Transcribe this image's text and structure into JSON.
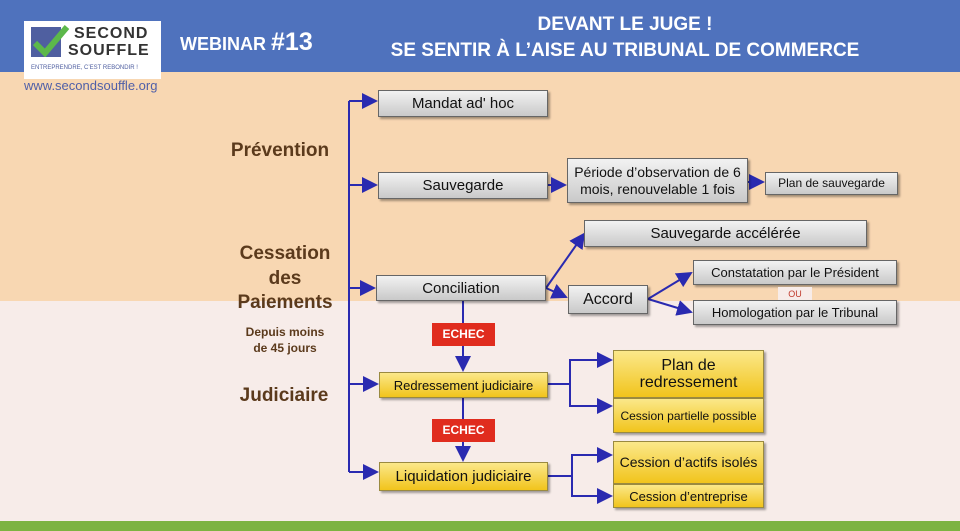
{
  "header": {
    "webinar_label": "WEBINAR",
    "webinar_number": "#13",
    "title_line1": "DEVANT LE JUGE !",
    "title_line2": "SE SENTIR À L’AISE AU TRIBUNAL DE COMMERCE"
  },
  "logo": {
    "line1": "SECOND",
    "line2": "SOUFFLE",
    "tagline": "ENTREPRENDRE, C’EST REBONDIR !",
    "website": "www.secondsouffle.org"
  },
  "labels": {
    "prevention": "Prévention",
    "cessation1": "Cessation",
    "cessation2": "des",
    "cessation3": "Paiements",
    "depuis1": "Depuis moins",
    "depuis2": "de 45 jours",
    "judiciaire": "Judiciaire"
  },
  "boxes": {
    "mandat": "Mandat ad' hoc",
    "sauvegarde": "Sauvegarde",
    "periode": "Période d’observation de 6 mois, renouvelable 1 fois",
    "plan_sauvegarde": "Plan de sauvegarde",
    "sauvegarde_acceleree": "Sauvegarde accélérée",
    "conciliation": "Conciliation",
    "accord": "Accord",
    "constatation": "Constatation par le Président",
    "ou": "OU",
    "homologation": "Homologation par le Tribunal",
    "echec1": "ECHEC",
    "redressement": "Redressement judiciaire",
    "plan_redressement": "Plan de redressement",
    "cession_partielle": "Cession partielle possible",
    "echec2": "ECHEC",
    "liquidation": "Liquidation judiciaire",
    "cession_actifs": "Cession d’actifs isolés",
    "cession_entreprise": "Cession d’entreprise"
  },
  "colors": {
    "header": "#4f72bd",
    "peach": "#f8d7b2",
    "arrow": "#2a2ab0",
    "echec": "#e02c1e"
  }
}
